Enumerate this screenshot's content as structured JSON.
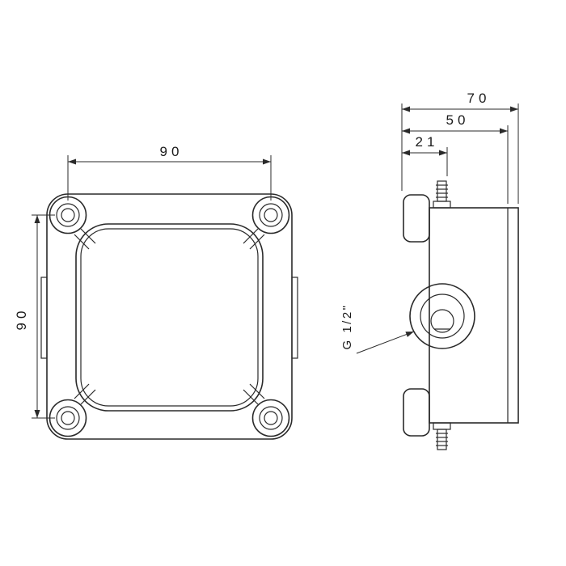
{
  "drawing": {
    "front": {
      "width_label": "90",
      "height_label": "90"
    },
    "side": {
      "total_depth_label": "70",
      "body_depth_label": "50",
      "offset_label": "21",
      "port_thread_label": "G 1/2\""
    },
    "colors": {
      "line": "#2a2a2a",
      "text": "#1a1a1a",
      "background": "#ffffff"
    }
  }
}
